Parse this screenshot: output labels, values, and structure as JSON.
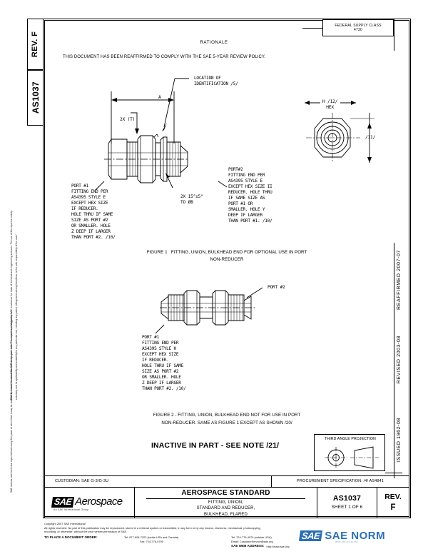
{
  "document": {
    "standard_number": "AS1037",
    "revision_label": "REV.",
    "revision": "F",
    "federal_supply_class_label": "FEDERAL SUPPLY CLASS",
    "federal_supply_class": "4730"
  },
  "rationale": {
    "title": "RATIONALE",
    "body": "THIS DOCUMENT HAS BEEN REAFFIRMED TO COMPLY WITH THE SAE 5-YEAR REVIEW POLICY."
  },
  "left_margin": {
    "line1": "SAE Technical Standards Board Rules provide that: \"This report is published by SAE to advance the state of technical and engineering sciences. The use of this report is entirely",
    "line2": "voluntary, and its applicability and suitability for any particular use, including any patent infringement arising therefrom, is the sole responsibility of the user.\"",
    "line3": "SAE reviews each technical report at least every five years at which time it may be reaffirmed, revised, or cancelled. SAE invites your written comments and suggestions."
  },
  "revision_history": {
    "reaffirmed": "REAFFIRMED 2007-07",
    "revised": "REVISED 2003-08",
    "issued": "ISSUED 1962-08"
  },
  "figure1": {
    "caption_line1": "FIGURE 1   FITTING, UNION, BULKHEAD END FOR OPTIONAL USE IN PORT",
    "caption_line2": "NON-REDUCER",
    "dim_a": "A",
    "dim_2xt": "2X (T)",
    "dim_hex": "H /12/\nHEX",
    "dim_angle": "2X 15°±5°\nTO ØB",
    "dim_ref11": "/11/",
    "callout_identification": "LOCATION OF\nIDENTIFICATION /5/",
    "port1_note": "PORT #1\nFITTING END PER\nAS4395 STYLE E\nEXCEPT HEX SIZE\nIF REDUCER.\nHOLE THRU IF SAME\nSIZE AS PORT #2\nOR SMALLER. HOLE\nZ DEEP IF LARGER\nTHAN PORT #2. /10/",
    "port2_note": "PORT#2\nFITTING END PER\nAS4395 STYLE E\nEXCEPT HEX SIZE II\nREDUCER. HOLE THRU\nIF SAME SIZE AS\nPORT #1 OR\nSMALLER. HOLE Y\nDEEP IF LARGER\nTHAN PORT #1. /10/"
  },
  "figure2": {
    "caption_line1": "FIGURE 2 - FITTING, UNION, BULKHEAD END NOT FOR USE IN PORT",
    "caption_line2": "NON-REDUCER. SAME AS FIGURE 1 EXCEPT AS SHOWN /20/",
    "port2_label": "PORT #2",
    "port1_note": "PORT #1\nFITTING END PER\nAS4395 STYLE H\nEXCEPT HEX SIZE\nIF REDUCER.\nHOLE THRU IF SAME\nSIZE AS PORT #2\nOR SMALLER. HOLE\nZ DEEP IF LARGER\nTHAN PORT #2. /10/"
  },
  "inactive_banner": "INACTIVE IN PART - SEE NOTE /21/",
  "third_angle_projection": {
    "label": "THIRD ANGLE PROJECTION"
  },
  "title_block": {
    "custodian": "CUSTODIAN:  SAE G-3/G-3U",
    "procurement_specification": "PROCUREMENT SPECIFICATION: /4/ AS4841",
    "heading": "AEROSPACE STANDARD",
    "subtitle_line1": "FITTING, UNION,",
    "subtitle_line2": "STANDARD AND REDUCER,",
    "subtitle_line3": "BULKHEAD, FLARED",
    "as_number": "AS1037",
    "sheet": "SHEET 1 OF 6",
    "rev_label": "REV.",
    "rev_value": "F",
    "logo_mark": "SAE",
    "logo_word": "Aerospace",
    "logo_tagline": "An SAE International Group"
  },
  "footer": {
    "copyright": "Copyright 2007 SAE International",
    "rights_line1": "All rights reserved. No part of this publication may be reproduced, stored in a retrieval system or transmitted, in any form or by any means, electronic, mechanical, photocopying,",
    "rights_line2": "recording, or otherwise, without the prior written permission of SAE.",
    "order_label": "TO PLACE A DOCUMENT ORDER:",
    "tel_inside": "Tel: 877-606-7323 (inside USA and Canada)",
    "tel_outside": "Tel: 724-776-4970 (outside USA)",
    "fax": "Fax: 724-776-0790",
    "email": "Email: CustomerService@sae.org",
    "address_label": "SAE WEB ADDRESS:",
    "address_value": "http://www.sae.org"
  },
  "watermark": {
    "mark": "SAE",
    "text": "SAE NORM",
    "subtext": "www.sae-norm.org"
  },
  "colors": {
    "line": "#000000",
    "watermark_blue": "#2a6fb5",
    "paper": "#ffffff"
  }
}
